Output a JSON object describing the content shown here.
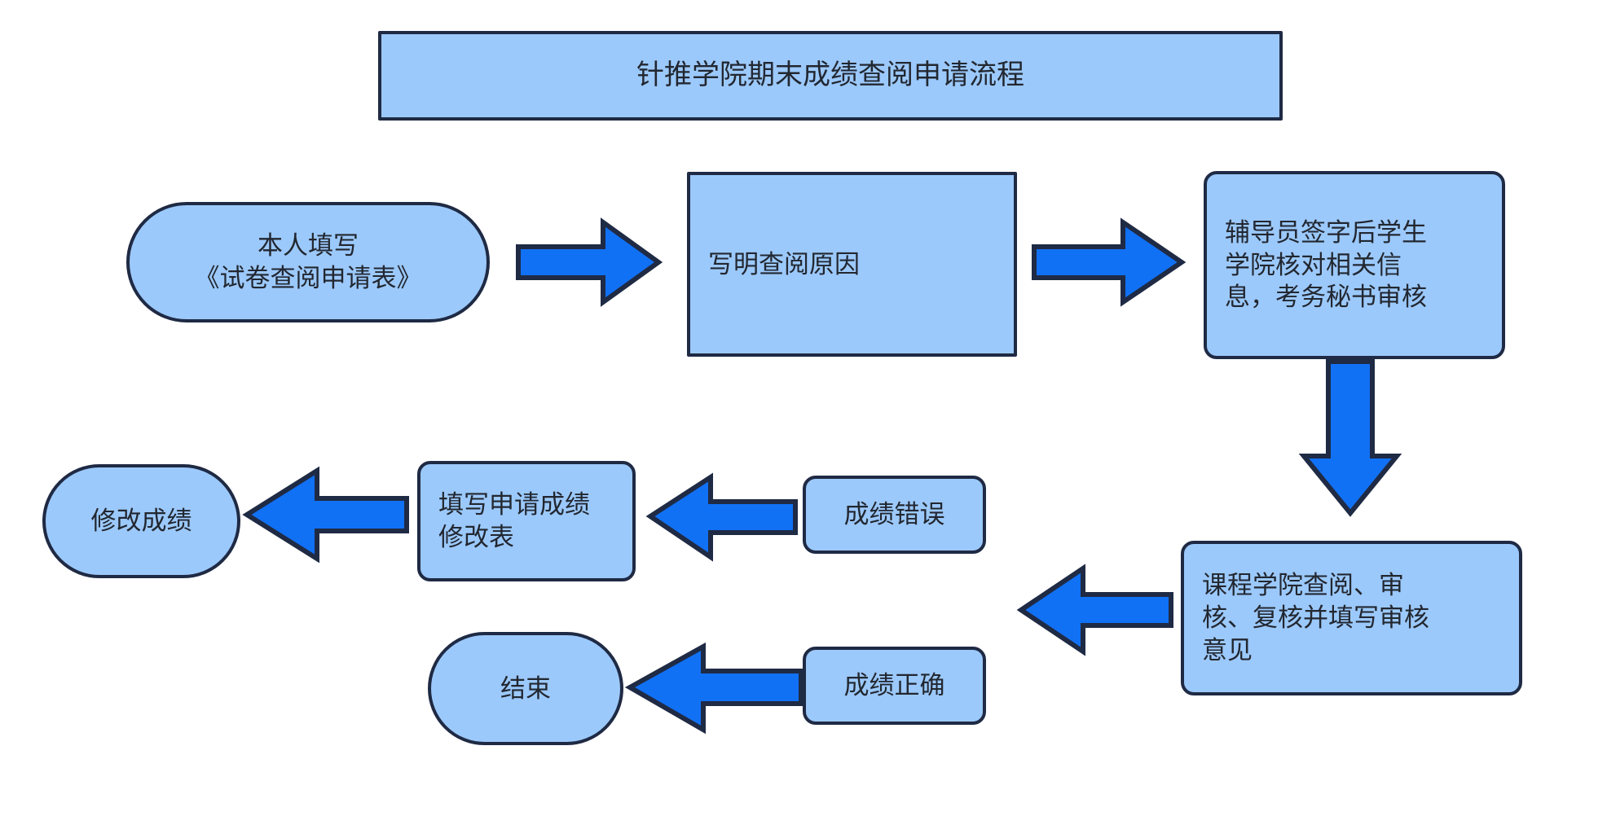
{
  "diagram": {
    "title": "针推学院期末成绩查阅申请流程",
    "colors": {
      "node_fill": "#9CC9FB",
      "node_border": "#1F2A44",
      "arrow_fill": "#1171F5",
      "arrow_border": "#1F2A44",
      "text": "#222730",
      "background": "#FFFFFF"
    },
    "nodes": [
      {
        "id": "title",
        "label": "针推学院期末成绩查阅申请流程",
        "shape": "rect"
      },
      {
        "id": "start",
        "label": "本人填写\n《试卷查阅申请表》",
        "shape": "stadium"
      },
      {
        "id": "reason",
        "label": "写明查阅原因",
        "shape": "rect"
      },
      {
        "id": "counselor",
        "label": "辅导员签字后学生\n学院核对相关信\n息，考务秘书审核",
        "shape": "round"
      },
      {
        "id": "review",
        "label": "课程学院查阅、审\n核、复核并填写审核\n意见",
        "shape": "round"
      },
      {
        "id": "wrong",
        "label": "成绩错误",
        "shape": "round"
      },
      {
        "id": "correct",
        "label": "成绩正确",
        "shape": "round"
      },
      {
        "id": "formfill",
        "label": "填写申请成绩\n修改表",
        "shape": "round"
      },
      {
        "id": "modify",
        "label": "修改成绩",
        "shape": "stadium"
      },
      {
        "id": "end",
        "label": "结束",
        "shape": "stadium"
      }
    ],
    "edges": [
      {
        "id": "e1",
        "from": "start",
        "to": "reason",
        "direction": "right",
        "label": ""
      },
      {
        "id": "e2",
        "from": "reason",
        "to": "counselor",
        "direction": "right",
        "label": ""
      },
      {
        "id": "e3",
        "from": "counselor",
        "to": "review",
        "direction": "down",
        "label": ""
      },
      {
        "id": "e4",
        "from": "review",
        "to": "wrong",
        "direction": "left",
        "label": ""
      },
      {
        "id": "e5",
        "from": "wrong",
        "to": "formfill",
        "direction": "left",
        "label": ""
      },
      {
        "id": "e6",
        "from": "formfill",
        "to": "modify",
        "direction": "left",
        "label": ""
      },
      {
        "id": "e7",
        "from": "correct",
        "to": "end",
        "direction": "left",
        "label": ""
      }
    ]
  }
}
